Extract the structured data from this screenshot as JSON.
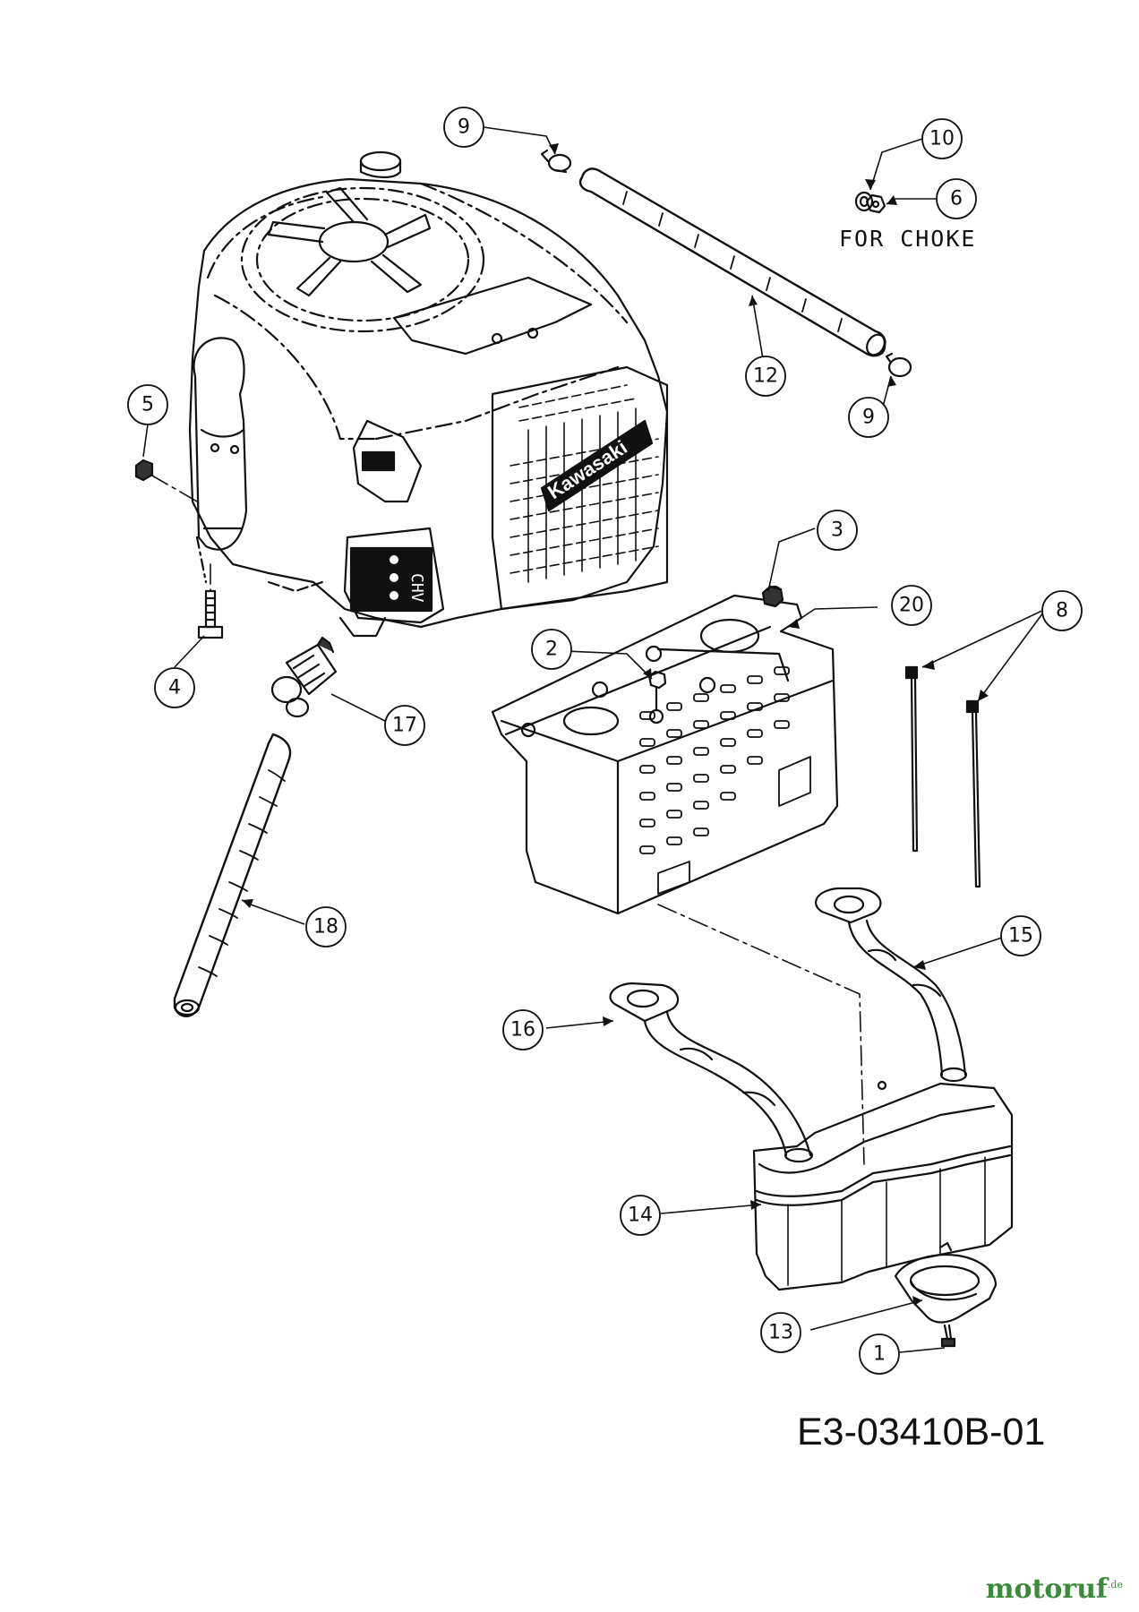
{
  "diagram": {
    "callouts": [
      "1",
      "2",
      "3",
      "4",
      "5",
      "6",
      "8",
      "9",
      "9",
      "10",
      "12",
      "13",
      "14",
      "15",
      "16",
      "17",
      "18",
      "20"
    ],
    "note": "FOR CHOKE",
    "drawing_code": "E3-03410B-01",
    "engine_brand_logo": "Kawasaki"
  },
  "watermark": {
    "name": "motoruf",
    "suffix": ".de"
  }
}
